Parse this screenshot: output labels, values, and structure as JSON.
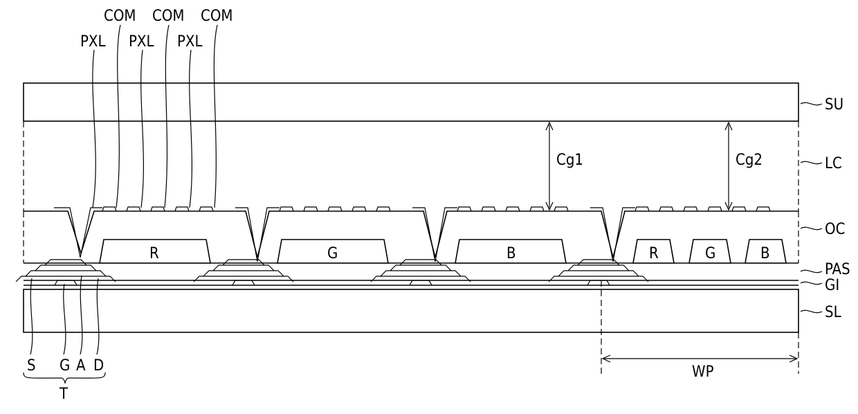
{
  "top_labels": {
    "com_1": "COM",
    "com_2": "COM",
    "com_3": "COM",
    "pxl_1": "PXL",
    "pxl_2": "PXL",
    "pxl_3": "PXL"
  },
  "layers": {
    "su": "SU",
    "lc": "LC",
    "oc": "OC",
    "pas": "PAS",
    "gi": "GI",
    "sl": "SL"
  },
  "gaps": {
    "cg1": "Cg1",
    "cg2": "Cg2"
  },
  "filters": {
    "r1": "R",
    "g1": "G",
    "b1": "B",
    "r2": "R",
    "g2": "G",
    "b2": "B"
  },
  "transistor": {
    "s": "S",
    "g": "G",
    "a": "A",
    "d": "D",
    "t": "T"
  },
  "region": {
    "wp": "WP"
  }
}
